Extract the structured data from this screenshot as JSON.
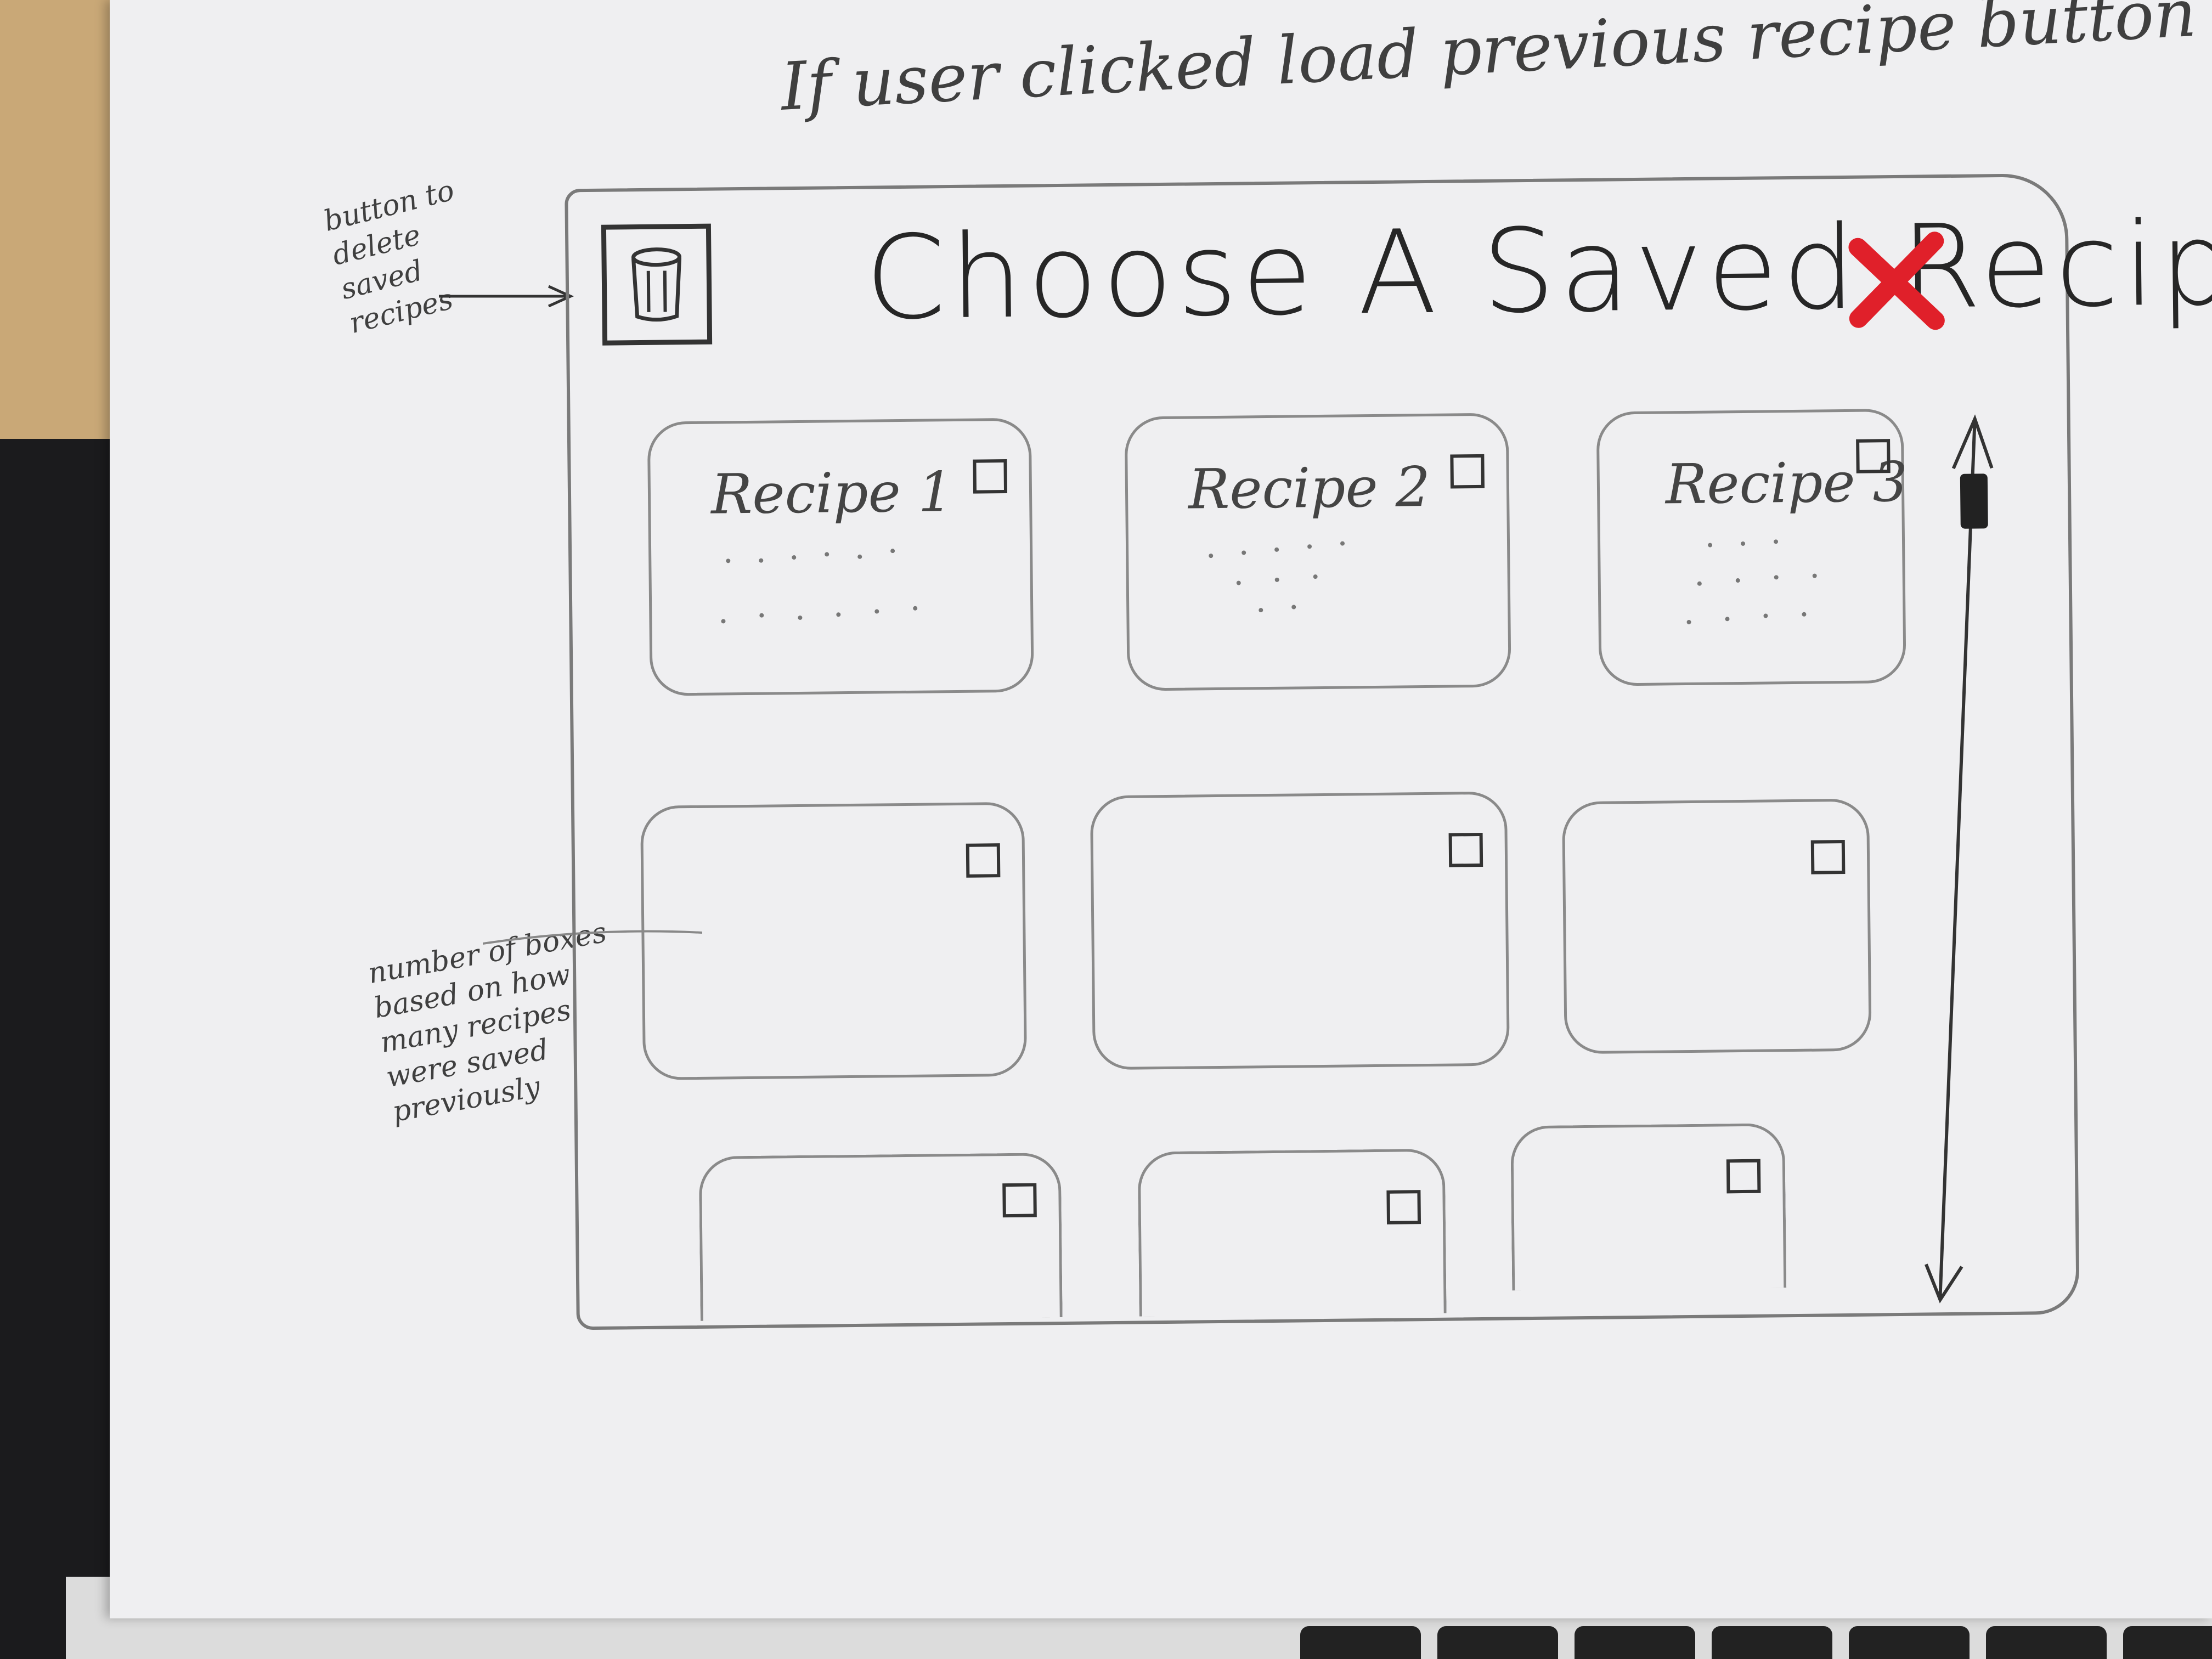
{
  "annotations": {
    "top_note": "If user clicked load previous recipe button",
    "delete_note": "button to delete saved recipes",
    "boxes_note": "number of boxes based on how many recipes were saved previously"
  },
  "dialog": {
    "title": "Choose A Saved Recipe",
    "delete_icon": "trash-icon",
    "close_icon": "close-x-icon",
    "close_color": "#e0202a",
    "scroll_icon": "scroll-arrows-icon"
  },
  "recipes": [
    {
      "title": "Recipe 1"
    },
    {
      "title": "Recipe 2"
    },
    {
      "title": "Recipe 3"
    },
    {
      "title": ""
    },
    {
      "title": ""
    },
    {
      "title": ""
    },
    {
      "title": ""
    },
    {
      "title": ""
    },
    {
      "title": ""
    }
  ]
}
